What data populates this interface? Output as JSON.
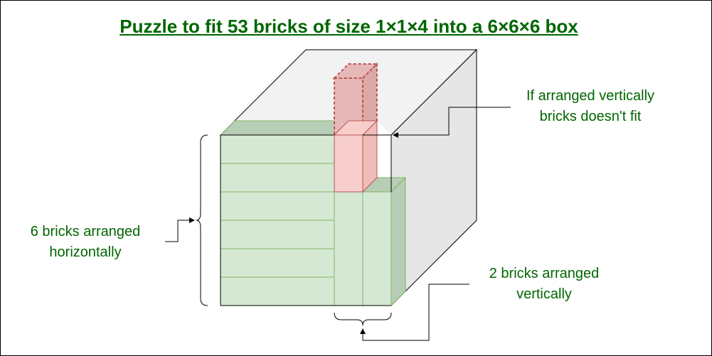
{
  "title": "Puzzle to fit 53 bricks of size 1×1×4 into a 6×6×6 box",
  "annotations": {
    "vertical_fail": [
      "If arranged vertically",
      "bricks doesn't fit"
    ],
    "horizontal": [
      "6 bricks arranged",
      "horizontally"
    ],
    "vertical": [
      "2 bricks arranged",
      "vertically"
    ]
  },
  "colors": {
    "text": "#006600",
    "green_fill": "#d5e8d4",
    "green_dark": "#b8cdb5",
    "green_stroke": "#82b366",
    "red_fill": "#f8cecc",
    "red_dashed_fill": "#e6b8b7",
    "red_stroke": "#b85450",
    "box_top": "#f2f2f2",
    "box_side": "#e6e6e6"
  }
}
